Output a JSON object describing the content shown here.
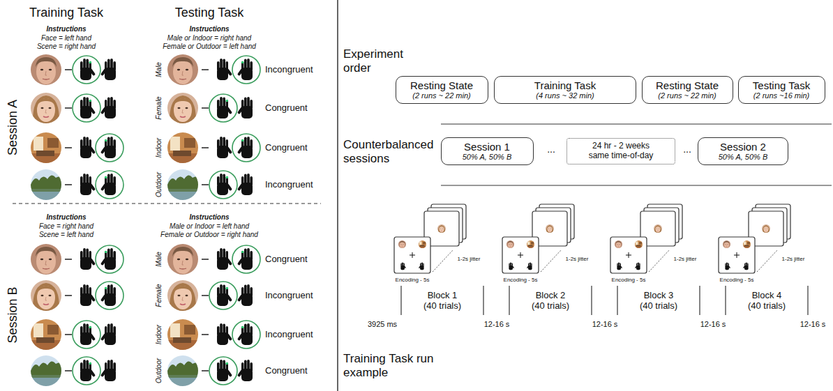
{
  "diagram": {
    "nodes": [
      {
        "text": [
          "Resting State",
          "(2 runs ~ 22 min)"
        ]
      },
      {
        "text": [
          "Training Task",
          "(4 runs ~ 32 min)"
        ]
      },
      {
        "text": [
          "Resting State",
          "(2 runs ~ 22 min)"
        ]
      },
      {
        "text": [
          "Testing Task",
          "(2 runs ~16 min)"
        ]
      },
      {
        "text": [
          "Session 1",
          "50% A, 50% B"
        ]
      },
      {
        "text": [
          "24 hr - 2 weeks same time-of-day"
        ]
      },
      {
        "text": [
          "Session 2",
          "50% A, 50% B"
        ]
      }
    ],
    "labels": [
      "Training Task",
      "Testing Task",
      "Session A",
      "Instructions",
      "Face = left hand",
      "Scene = right hand",
      "Instructions",
      "Male or Indoor = right hand",
      "Female or Outdoor = left hand",
      "Male",
      "Incongruent",
      "Female",
      "Congruent",
      "Indoor",
      "Congruent",
      "Outdoor",
      "Incongruent",
      "Session B",
      "Instructions",
      "Face = right hand",
      "Scene = left hand",
      "Instructions",
      "Male or Indoor = left hand",
      "Female or Outdoor = right hand",
      "Male",
      "Congruent",
      "Female",
      "Incongruent",
      "Indoor",
      "Incongruent",
      "Outdoor",
      "Congruent",
      "Experiment order",
      "Counterbalanced sessions",
      "...",
      "...",
      "Encoding - 5s",
      "1-2s jitter",
      "Block 1 (40 trials)",
      "Encoding - 5s",
      "1-2s jitter",
      "Block 2 (40 trials)",
      "Encoding - 5s",
      "1-2s jitter",
      "Block 3 (40 trials)",
      "Encoding - 5s",
      "1-2s jitter",
      "Block 4 (40 trials)",
      "3925 ms",
      "12-16 s",
      "12-16 s",
      "12-16 s",
      "12-16 s",
      "Training Task run example"
    ]
  }
}
